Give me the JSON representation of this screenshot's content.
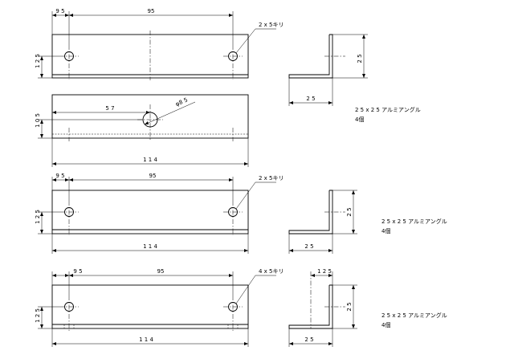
{
  "view1": {
    "dims": {
      "left_offset": "9 5",
      "hole_spacing": "95",
      "height": "1 2 5"
    },
    "callout": "2 x 5キリ",
    "side": {
      "height": "2 5",
      "width": "2 5"
    }
  },
  "view2": {
    "dims": {
      "position": "5 7",
      "height": "1 0 5",
      "diameter": "φ8 5",
      "length": "1 1 4"
    },
    "spec": "2 5 x 2 5 アルミアングル",
    "qty": "4個"
  },
  "view3": {
    "dims": {
      "left_offset": "9 5",
      "hole_spacing": "95",
      "height": "1 2 5",
      "length": "1 1 4"
    },
    "callout": "2 x 5キリ",
    "side": {
      "height": "2 5",
      "width": "2 5"
    },
    "spec": "2 5 x 2 5 アルミアングル",
    "qty": "4個"
  },
  "view4": {
    "dims": {
      "left_offset": "9 5",
      "hole_spacing": "95",
      "height": "1 2 5",
      "length": "1 1 4"
    },
    "callout": "4 x 5キリ",
    "side": {
      "offset": "1 2 5",
      "height": "2 5",
      "width": "2 5"
    },
    "spec": "2 5 x 2 5 アルミアングル",
    "qty": "4個"
  }
}
